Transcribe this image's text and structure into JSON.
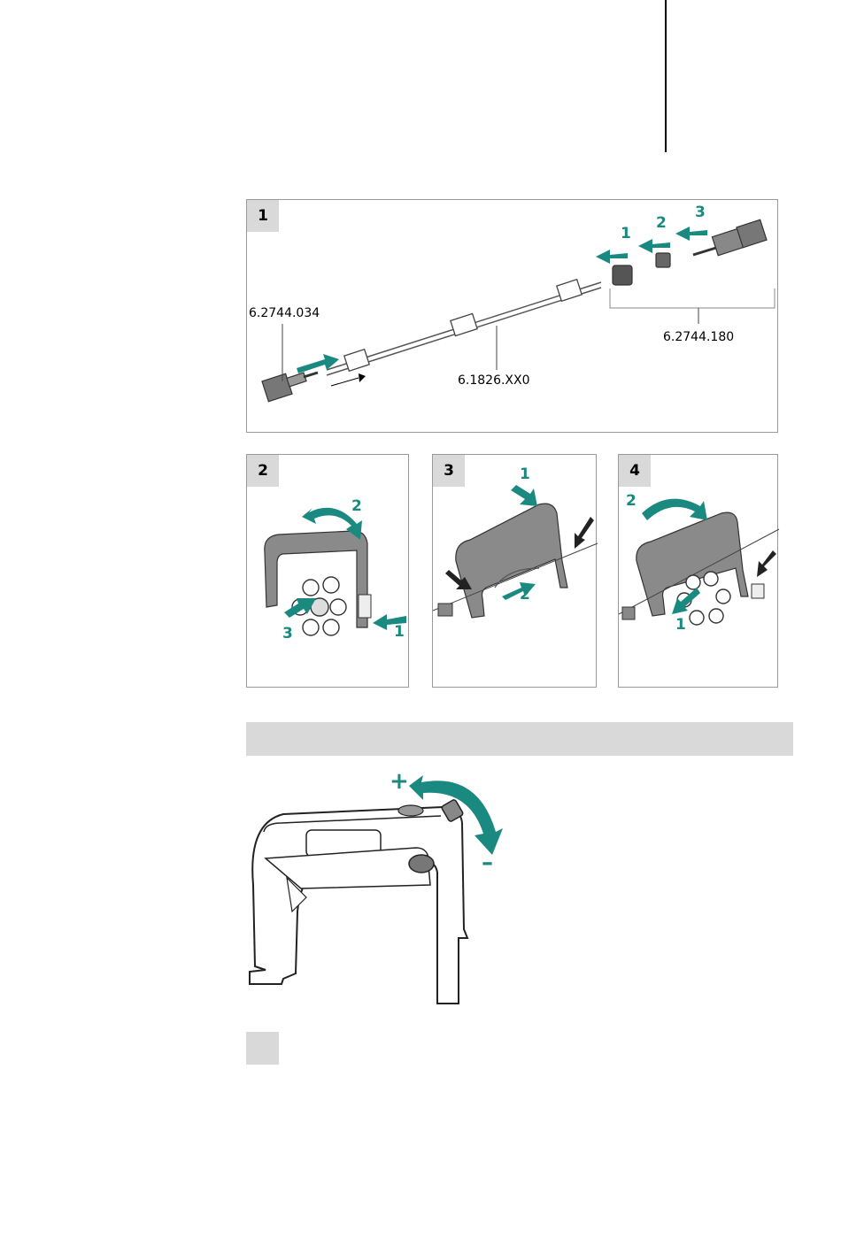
{
  "panel1": {
    "step": "1",
    "labels": {
      "tool_part": "6.2744.034",
      "tubing_part": "6.1826.XX0",
      "connector_part": "6.2744.180"
    },
    "arrow_numbers": [
      "1",
      "2",
      "3"
    ]
  },
  "panel2": {
    "step": "2",
    "arrow_numbers": [
      "2",
      "3",
      "1"
    ]
  },
  "panel3": {
    "step": "3",
    "arrow_numbers": [
      "1",
      "2"
    ]
  },
  "panel4": {
    "step": "4",
    "arrow_numbers": [
      "2",
      "1"
    ]
  },
  "adjust_diagram": {
    "plus": "+",
    "minus": "–"
  },
  "colors": {
    "accent": "#1a8a80",
    "badge": "#d9d9d9",
    "border": "#9a9a9a"
  }
}
